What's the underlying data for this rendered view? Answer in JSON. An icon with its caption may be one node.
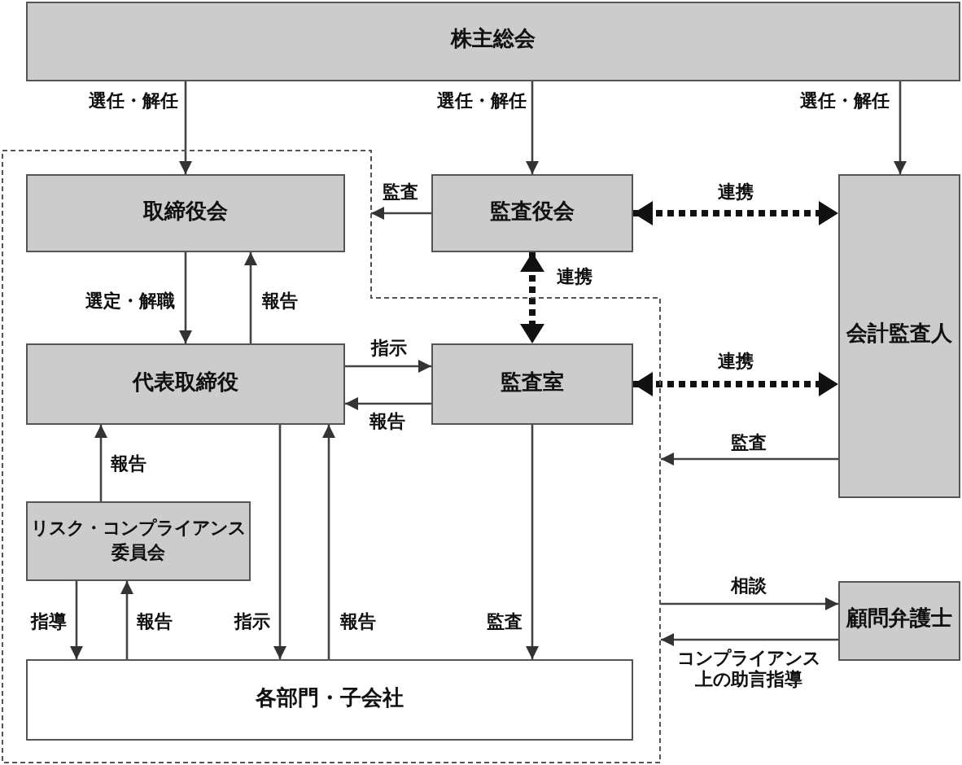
{
  "diagram": {
    "nodes": [
      {
        "text": [
          "株主総会"
        ]
      },
      {
        "text": [],
        "shape": "box"
      },
      {
        "text": [
          "取締役会"
        ],
        "in": 1
      },
      {
        "text": [
          "監査役会"
        ]
      },
      {
        "text": [
          "会計監査人"
        ]
      },
      {
        "text": [
          "代表取締役"
        ],
        "in": 1
      },
      {
        "text": [
          "監査室"
        ],
        "in": 1
      },
      {
        "text": [
          "リスク・コンプライアンス委員会"
        ],
        "in": 1
      },
      {
        "text": [
          "顧問弁護士"
        ]
      },
      {
        "text": [
          "各部門・子会社"
        ],
        "in": 1
      }
    ],
    "edges": [
      {
        "from": 0,
        "to": 2,
        "arrow": "to",
        "label": "選任・解任"
      },
      {
        "from": 0,
        "to": 3,
        "arrow": "to",
        "label": "選任・解任"
      },
      {
        "from": 0,
        "to": 4,
        "arrow": "to",
        "label": "選任・解任"
      },
      {
        "from": 3,
        "to": 1,
        "arrow": "to",
        "label": "監査"
      },
      {
        "from": 3,
        "to": 4,
        "arrow": "both",
        "label": "連携",
        "style": "dashed"
      },
      {
        "from": 3,
        "to": 6,
        "arrow": "both",
        "label": "連携",
        "style": "dashed"
      },
      {
        "from": 2,
        "to": 5,
        "arrow": "to",
        "label": "選定・解職"
      },
      {
        "from": 5,
        "to": 2,
        "arrow": "to",
        "label": "報告"
      },
      {
        "from": 5,
        "to": 6,
        "arrow": "to",
        "label": "指示"
      },
      {
        "from": 6,
        "to": 5,
        "arrow": "to",
        "label": "報告"
      },
      {
        "from": 6,
        "to": 4,
        "arrow": "both",
        "label": "連携",
        "style": "dashed"
      },
      {
        "from": 4,
        "to": 1,
        "arrow": "to",
        "label": "監査"
      },
      {
        "from": 7,
        "to": 5,
        "arrow": "to",
        "label": "報告"
      },
      {
        "from": 5,
        "to": 9,
        "arrow": "to",
        "label": "指示"
      },
      {
        "from": 9,
        "to": 5,
        "arrow": "to",
        "label": "報告"
      },
      {
        "from": 7,
        "to": 9,
        "arrow": "to",
        "label": "指導"
      },
      {
        "from": 9,
        "to": 7,
        "arrow": "to",
        "label": "報告"
      },
      {
        "from": 6,
        "to": 9,
        "arrow": "to",
        "label": "監査"
      },
      {
        "from": 1,
        "to": 8,
        "arrow": "to",
        "label": "相談"
      },
      {
        "from": 8,
        "to": 1,
        "arrow": "to",
        "label": "コンプライアンス上の助言指導"
      }
    ]
  }
}
